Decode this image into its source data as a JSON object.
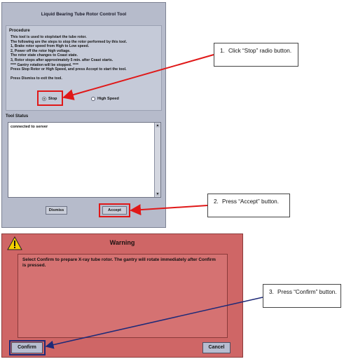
{
  "tool_window": {
    "title": "Liquid Bearing Tube Rotor Control Tool",
    "procedure_label": "Procedure",
    "procedure_lines": [
      "This tool is used to stop/start the tube rotor.",
      "The following are the steps to stop the rotor performed by this tool.",
      "1, Brake rotor speed from High to Low speed.",
      "2, Power off the rotor high voltage.",
      "  The rotor state changes to Coast state.",
      "3, Rotor stops after approximately 5 min. after Coast starts.",
      "**** Gantry rotation will be stopped. ****",
      "Press  Stop Rotor or High Speed, and press Accept to start the tool.",
      "",
      "Press Dismiss to exit the tool."
    ],
    "radio_stop_label": "Stop",
    "radio_high_speed_label": "High Speed",
    "selected_radio": "Stop",
    "tool_status_label": "Tool Status",
    "tool_status_text": "connected to server",
    "dismiss_label": "Dismiss",
    "accept_label": "Accept"
  },
  "warning_dialog": {
    "title": "Warning",
    "message": "Select Confirm to prepare X-ray tube rotor. The gantry will rotate immediately after Confirm is pressed.",
    "confirm_label": "Confirm",
    "cancel_label": "Cancel"
  },
  "callouts": [
    {
      "number": "1.",
      "text": "Click “Stop” radio button."
    },
    {
      "number": "2.",
      "text": "Press “Accept” button."
    },
    {
      "number": "3.",
      "text": "Press “Confirm” button."
    }
  ],
  "colors": {
    "highlight_red": "#e01818",
    "highlight_navy": "#1e2a78",
    "warning_background": "#cf6666",
    "window_background": "#b6bbcb"
  }
}
